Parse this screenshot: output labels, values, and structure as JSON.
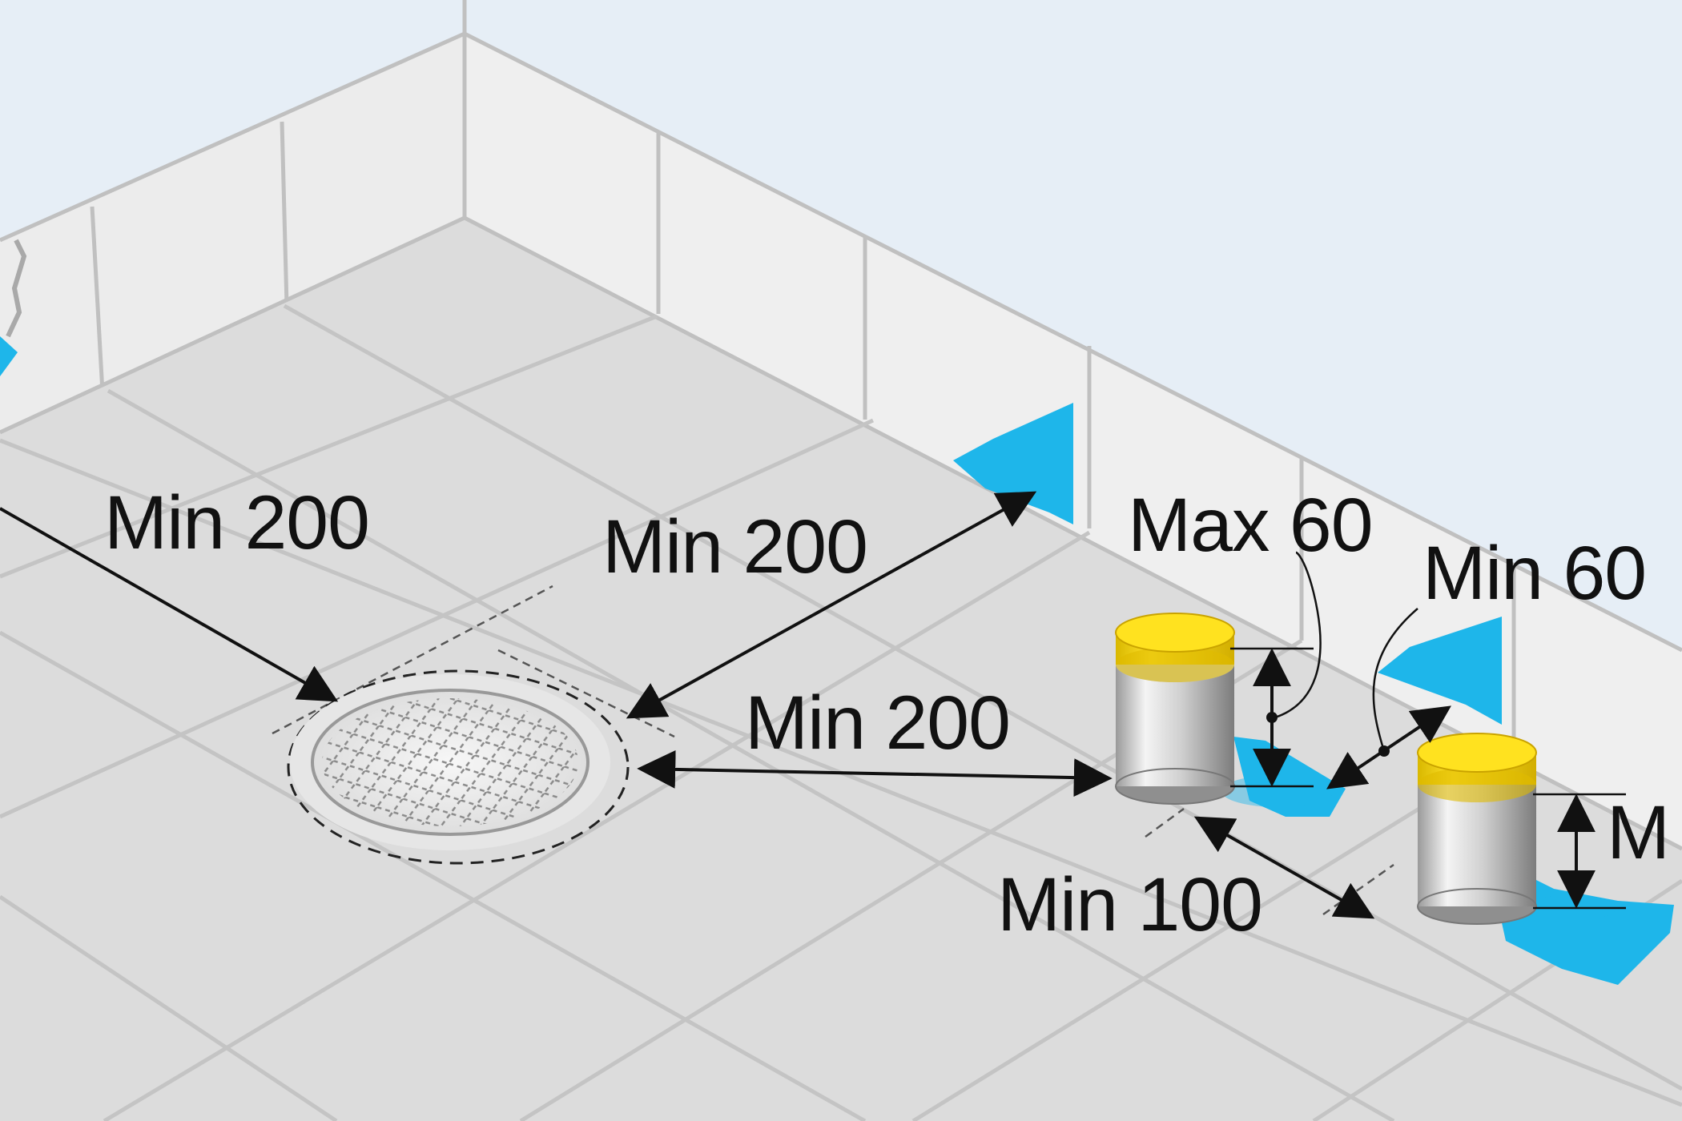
{
  "diagram": {
    "labels": {
      "min_200_left": "Min 200",
      "min_200_top": "Min 200",
      "min_200_mid": "Min 200",
      "max_60": "Max 60",
      "min_60": "Min 60",
      "min_100": "Min 100",
      "cut_label": "M"
    },
    "colors": {
      "background_sky": "#e6eef6",
      "wall_tile": "#efefef",
      "floor_tile": "#dcdcdc",
      "membrane": "#1eb6ea",
      "pipe_cap": "#fadb16",
      "dimension_line": "#111111"
    },
    "icons": [
      "floor-drain-icon",
      "pipe-penetration-icon"
    ]
  }
}
